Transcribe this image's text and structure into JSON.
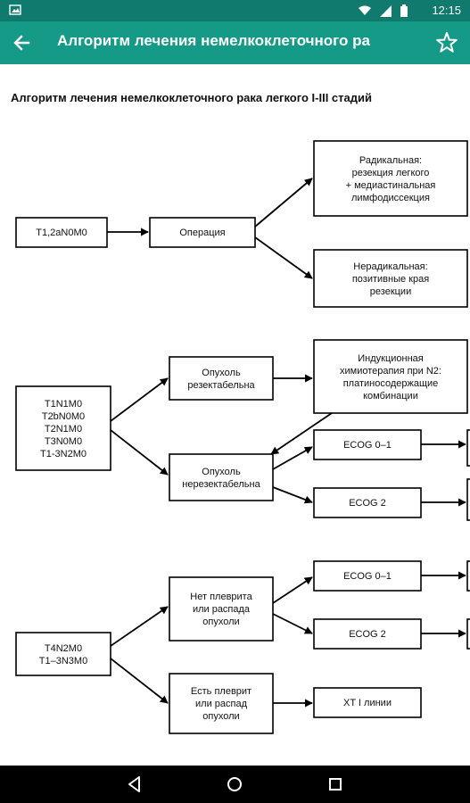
{
  "status_bar": {
    "time": "12:15",
    "icons": [
      "image-icon",
      "wifi-icon",
      "signal-icon",
      "battery-icon"
    ]
  },
  "app_bar": {
    "title": "Алгоритм лечения немелкоклеточного ра",
    "back_icon": "arrow-back-icon",
    "star_icon": "star-outline-icon",
    "color": "#159a88"
  },
  "document": {
    "heading": "Алгоритм лечения немелкоклеточного рака легкого I-III стадий"
  },
  "diagram": {
    "nodes": {
      "stage_1": [
        "T1,2aN0M0"
      ],
      "operation": [
        "Операция"
      ],
      "radical": [
        "Радикальная:",
        "резекция легкого",
        "+ медиастинальная",
        "лимфодиссекция"
      ],
      "nonradical": [
        "Нерадикальная:",
        "позитивные края",
        "резекции"
      ],
      "stage_2": [
        "T1N1M0",
        "T2bN0M0",
        "T2N1M0",
        "T3N0M0",
        "T1-3N2M0"
      ],
      "resectable": [
        "Опухоль",
        "резектабельна"
      ],
      "induction": [
        "Индукционная",
        "химиотерапия при N2:",
        "платиносодержащие",
        "комбинации"
      ],
      "nonresectable": [
        "Опухоль",
        "нерезектабельна"
      ],
      "ecog01_a": [
        "ECOG 0–1"
      ],
      "ecog2_a": [
        "ECOG 2"
      ],
      "stage_3": [
        "T4N2M0",
        "T1–3N3M0"
      ],
      "no_pleurisy": [
        "Нет плеврита",
        "или распада",
        "опухоли"
      ],
      "pleurisy": [
        "Есть плеврит",
        "или распад",
        "опухоли"
      ],
      "ecog01_b": [
        "ECOG 0–1"
      ],
      "ecog2_b": [
        "ECOG 2"
      ],
      "xt1": [
        "XT I линии"
      ]
    }
  },
  "nav_bar": {
    "back_icon": "nav-back-icon",
    "home_icon": "nav-home-icon",
    "recents_icon": "nav-recents-icon"
  }
}
